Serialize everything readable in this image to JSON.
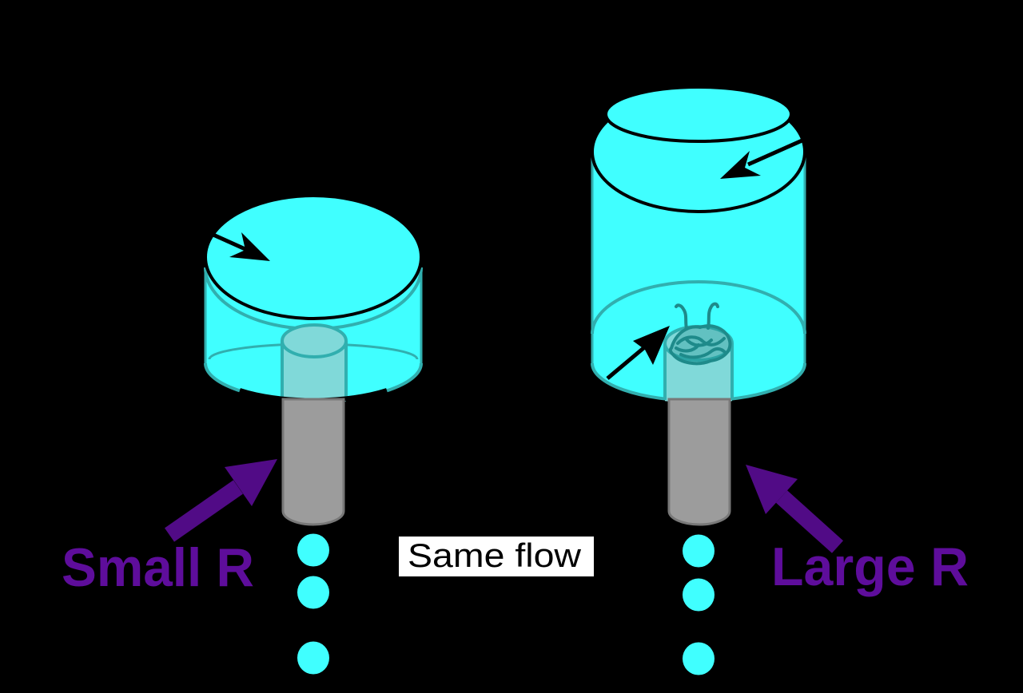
{
  "diagram": {
    "labels": {
      "small_resistance": "Small R",
      "large_resistance": "Large R",
      "same_flow": "Same flow"
    },
    "colors": {
      "background": "#000000",
      "water": "#40FFFF",
      "water_edge": "#31AFAF",
      "inner_pipe": "#80D9D9",
      "clog": "#1E8A8A",
      "pipe_gray": "#9C9C9C",
      "pipe_gray_edge": "#787878",
      "label_purple": "#5E0D9B",
      "arrow_purple": "#510B86",
      "ink": "#000000",
      "label_box_bg": "#FFFFFF"
    },
    "droplets_per_stream": 3
  }
}
